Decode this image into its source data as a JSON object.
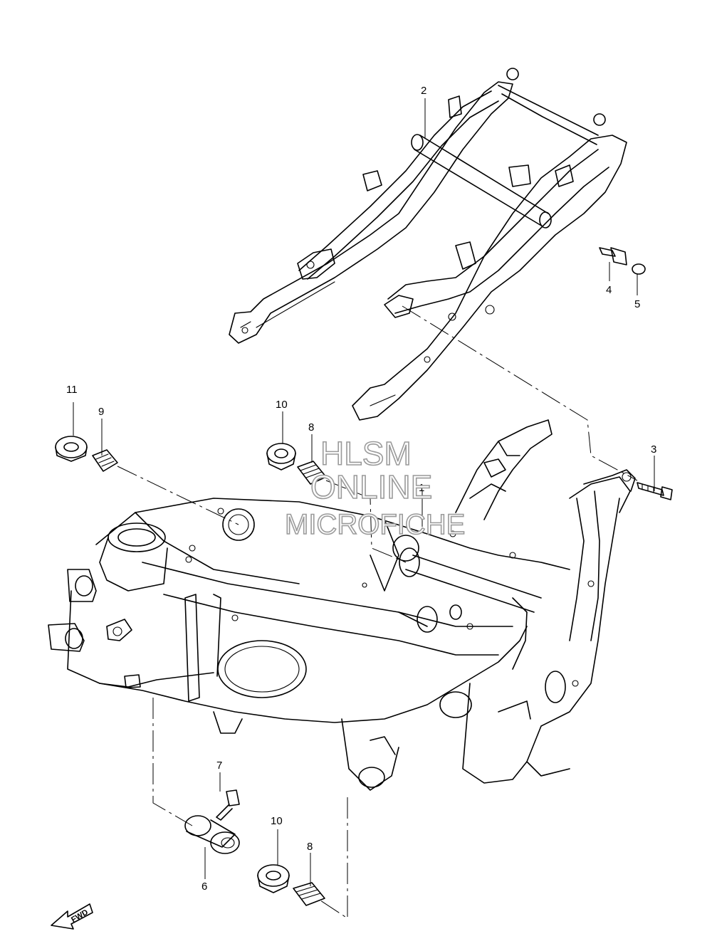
{
  "watermark": {
    "line1": "HLSM",
    "line2": "ONLINE",
    "line3": "MICROFICHE"
  },
  "fwd_arrow_label": "FWD",
  "callouts": [
    {
      "id": "c1",
      "label": "1"
    },
    {
      "id": "c2",
      "label": "2"
    },
    {
      "id": "c3",
      "label": "3"
    },
    {
      "id": "c4",
      "label": "4"
    },
    {
      "id": "c5",
      "label": "5"
    },
    {
      "id": "c6",
      "label": "6"
    },
    {
      "id": "c7",
      "label": "7"
    },
    {
      "id": "c8a",
      "label": "8"
    },
    {
      "id": "c8b",
      "label": "8"
    },
    {
      "id": "c9",
      "label": "9"
    },
    {
      "id": "c10a",
      "label": "10"
    },
    {
      "id": "c10b",
      "label": "10"
    },
    {
      "id": "c11",
      "label": "11"
    }
  ]
}
